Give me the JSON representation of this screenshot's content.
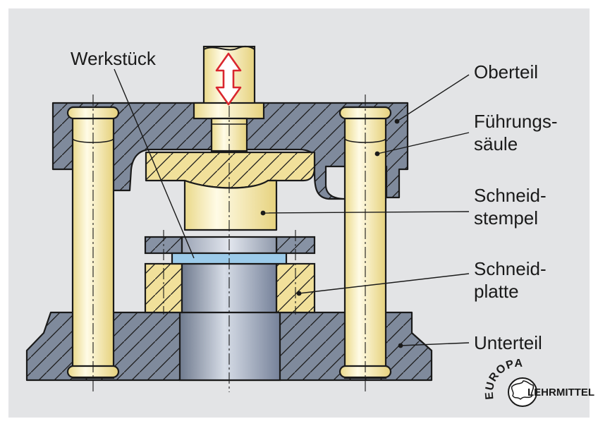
{
  "labels": {
    "werkstueck": "Werkstück",
    "oberteil": "Oberteil",
    "fuehrungssaeule_1": "Führungs-",
    "fuehrungssaeule_2": "säule",
    "schneidstempel_1": "Schneid-",
    "schneidstempel_2": "stempel",
    "schneidplatte_1": "Schneid-",
    "schneidplatte_2": "platte",
    "unterteil": "Unterteil"
  },
  "logo": {
    "arc_text": "EUROPA",
    "main_text": "LEHRMITTEL"
  },
  "colors": {
    "background": "#e3e4e6",
    "steel": "#7f8a9c",
    "yellow": "#f4eab0",
    "workpiece": "#9ccbea",
    "motion_arrow": "#d9262e"
  }
}
